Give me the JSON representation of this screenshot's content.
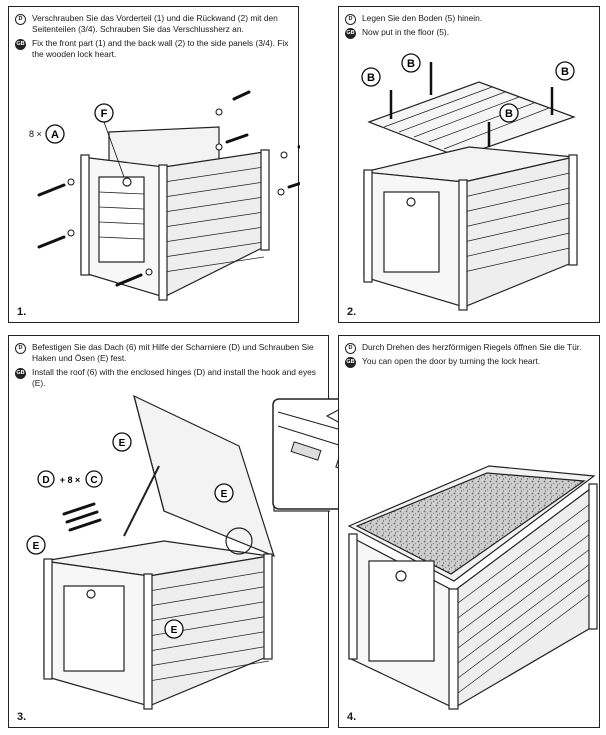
{
  "steps": [
    {
      "number": "1.",
      "de": "Verschrauben Sie das Vorderteil (1) und die Rückwand (2) mit den Sei­tenteilen (3/4). Schrauben Sie das Verschlussherz an.",
      "gb": "Fix the front part (1) and the back wall (2) to the side panels (3/4). Fix the wooden lock heart.",
      "labels": {
        "quantity": "8 ×",
        "part_a": "A",
        "part_f": "F"
      }
    },
    {
      "number": "2.",
      "de": "Legen Sie den Boden (5) hinein.",
      "gb": "Now put in the floor (5).",
      "labels": {
        "part_b": "B"
      }
    },
    {
      "number": "3.",
      "de": "Befestigen Sie das Dach (6) mit Hilfe der Scharniere (D) und Schrauben Sie Haken und Ösen (E) fest.",
      "gb": "Install the roof (6) with the enclosed hinges (D) and install the hook and eyes (E).",
      "labels": {
        "part_d": "D",
        "part_c": "C",
        "part_e": "E",
        "combo": "+ 8 ×"
      }
    },
    {
      "number": "4.",
      "de": "Durch Drehen des herzförmigen Riegels öffnen Sie die Tür.",
      "gb": "You can open the door by turning the lock heart."
    }
  ],
  "flags": {
    "de": "D",
    "gb": "GB"
  }
}
